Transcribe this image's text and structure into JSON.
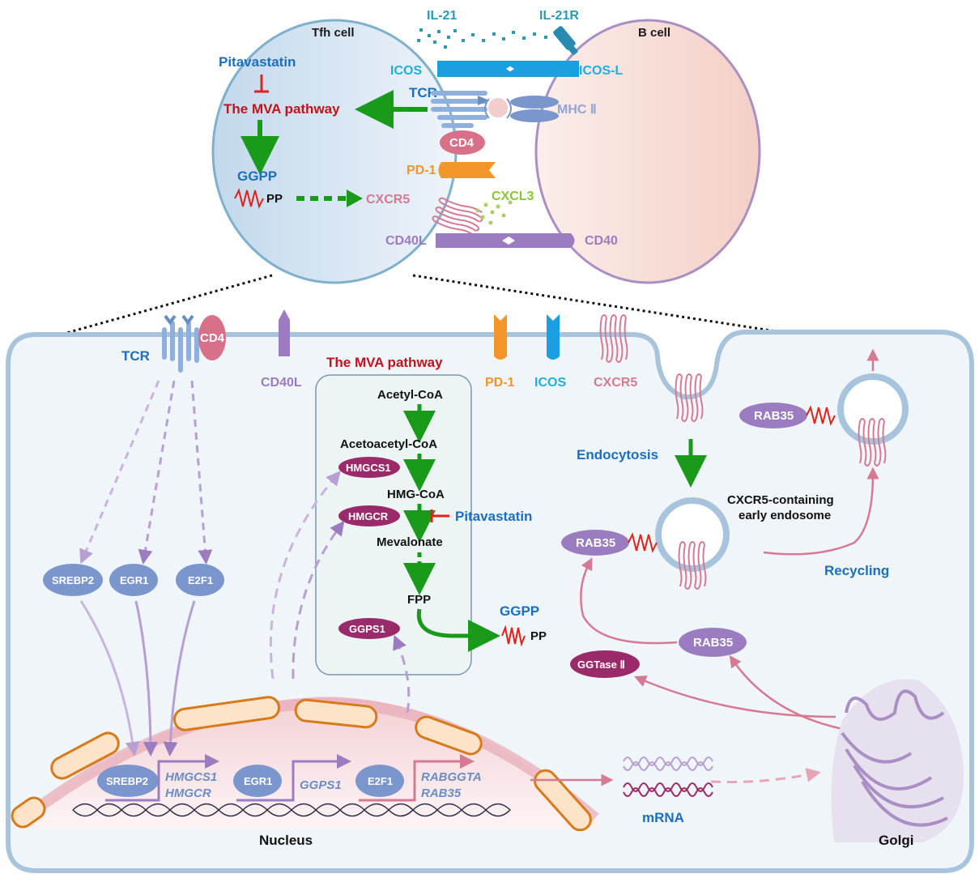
{
  "colors": {
    "tfh_fill": "#d6e4f2",
    "bcell_fill": "#f6d8d2",
    "cell_border": "#9fc0d8",
    "bcell_border": "#a98fc4",
    "green": "#1a9a1a",
    "red": "#e0231a",
    "blue_label": "#1a6fbf",
    "purple": "#9b7cc0",
    "magenta": "#9b2a6b",
    "pink": "#d67a93",
    "orange": "#f2962a",
    "cyan": "#20aee0",
    "teal": "#2a9bb3",
    "lightgreen": "#9bcc4a",
    "darkred": "#c0141a"
  },
  "top": {
    "tfh_label": "Tfh cell",
    "bcell_label": "B cell",
    "il21": "IL-21",
    "il21r": "IL-21R",
    "icos": "ICOS",
    "icosl": "ICOS-L",
    "pitavastatin": "Pitavastatin",
    "mva": "The MVA pathway",
    "tcr": "TCR",
    "mhc": "MHC Ⅱ",
    "cd4": "CD4",
    "ggpp": "GGPP",
    "pp": "PP",
    "pd1": "PD-1",
    "cxcr5": "CXCR5",
    "cxcl3": "CXCL3",
    "cd40l": "CD40L",
    "cd40": "CD40"
  },
  "bottom": {
    "tcr": "TCR",
    "cd4": "CD4",
    "cd40l": "CD40L",
    "mva_title": "The MVA pathway",
    "pd1": "PD-1",
    "icos": "ICOS",
    "cxcr5": "CXCR5",
    "rab35": "RAB35",
    "acetyl": "Acetyl-CoA",
    "acetoacetyl": "Acetoacetyl-CoA",
    "hmgcs1": "HMGCS1",
    "hmgcoa": "HMG-CoA",
    "hmgcr": "HMGCR",
    "pitavastatin": "Pitavastatin",
    "mevalonate": "Mevalonate",
    "fpp": "FPP",
    "ggps1": "GGPS1",
    "ggpp": "GGPP",
    "pp": "PP",
    "endocytosis": "Endocytosis",
    "early_endosome_1": "CXCR5-containing",
    "early_endosome_2": "early endosome",
    "recycling": "Recycling",
    "ggtase": "GGTase Ⅱ",
    "srebp2": "SREBP2",
    "egr1": "EGR1",
    "e2f1": "E2F1",
    "gene_hmgcs1": "HMGCS1",
    "gene_hmgcr": "HMGCR",
    "gene_ggps1": "GGPS1",
    "gene_rabggta": "RABGGTA",
    "gene_rab35": "RAB35",
    "mrna": "mRNA",
    "nucleus": "Nucleus",
    "golgi": "Golgi"
  }
}
